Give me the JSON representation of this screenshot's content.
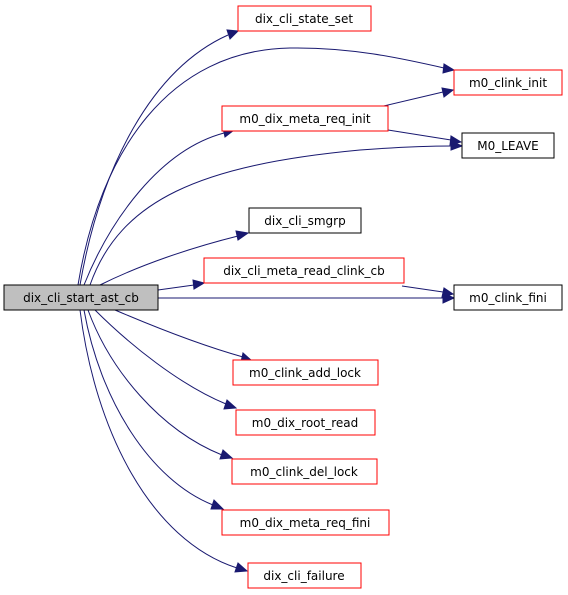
{
  "colors": {
    "edge": "#191970",
    "root_fill": "#bfbfbf",
    "root_border": "#000000",
    "linked_border": "#ff0000",
    "plain_border": "#000000",
    "node_fill": "#ffffff"
  },
  "nodes": {
    "root": {
      "label": "dix_cli_start_ast_cb",
      "style": "root"
    },
    "state_set": {
      "label": "dix_cli_state_set",
      "style": "red"
    },
    "clink_init": {
      "label": "m0_clink_init",
      "style": "red"
    },
    "meta_req_init": {
      "label": "m0_dix_meta_req_init",
      "style": "red"
    },
    "leave": {
      "label": "M0_LEAVE",
      "style": "black"
    },
    "smgrp": {
      "label": "dix_cli_smgrp",
      "style": "black"
    },
    "meta_read_clink_cb": {
      "label": "dix_cli_meta_read_clink_cb",
      "style": "red"
    },
    "clink_fini": {
      "label": "m0_clink_fini",
      "style": "black"
    },
    "clink_add_lock": {
      "label": "m0_clink_add_lock",
      "style": "red"
    },
    "root_read": {
      "label": "m0_dix_root_read",
      "style": "red"
    },
    "clink_del_lock": {
      "label": "m0_clink_del_lock",
      "style": "red"
    },
    "meta_req_fini": {
      "label": "m0_dix_meta_req_fini",
      "style": "red"
    },
    "failure": {
      "label": "dix_cli_failure",
      "style": "red"
    }
  },
  "edges": [
    [
      "root",
      "state_set"
    ],
    [
      "root",
      "clink_init"
    ],
    [
      "root",
      "meta_req_init"
    ],
    [
      "root",
      "leave"
    ],
    [
      "root",
      "smgrp"
    ],
    [
      "root",
      "meta_read_clink_cb"
    ],
    [
      "root",
      "clink_fini"
    ],
    [
      "root",
      "clink_add_lock"
    ],
    [
      "root",
      "root_read"
    ],
    [
      "root",
      "clink_del_lock"
    ],
    [
      "root",
      "meta_req_fini"
    ],
    [
      "root",
      "failure"
    ],
    [
      "meta_req_init",
      "clink_init"
    ],
    [
      "meta_req_init",
      "leave"
    ],
    [
      "meta_read_clink_cb",
      "clink_fini"
    ]
  ]
}
